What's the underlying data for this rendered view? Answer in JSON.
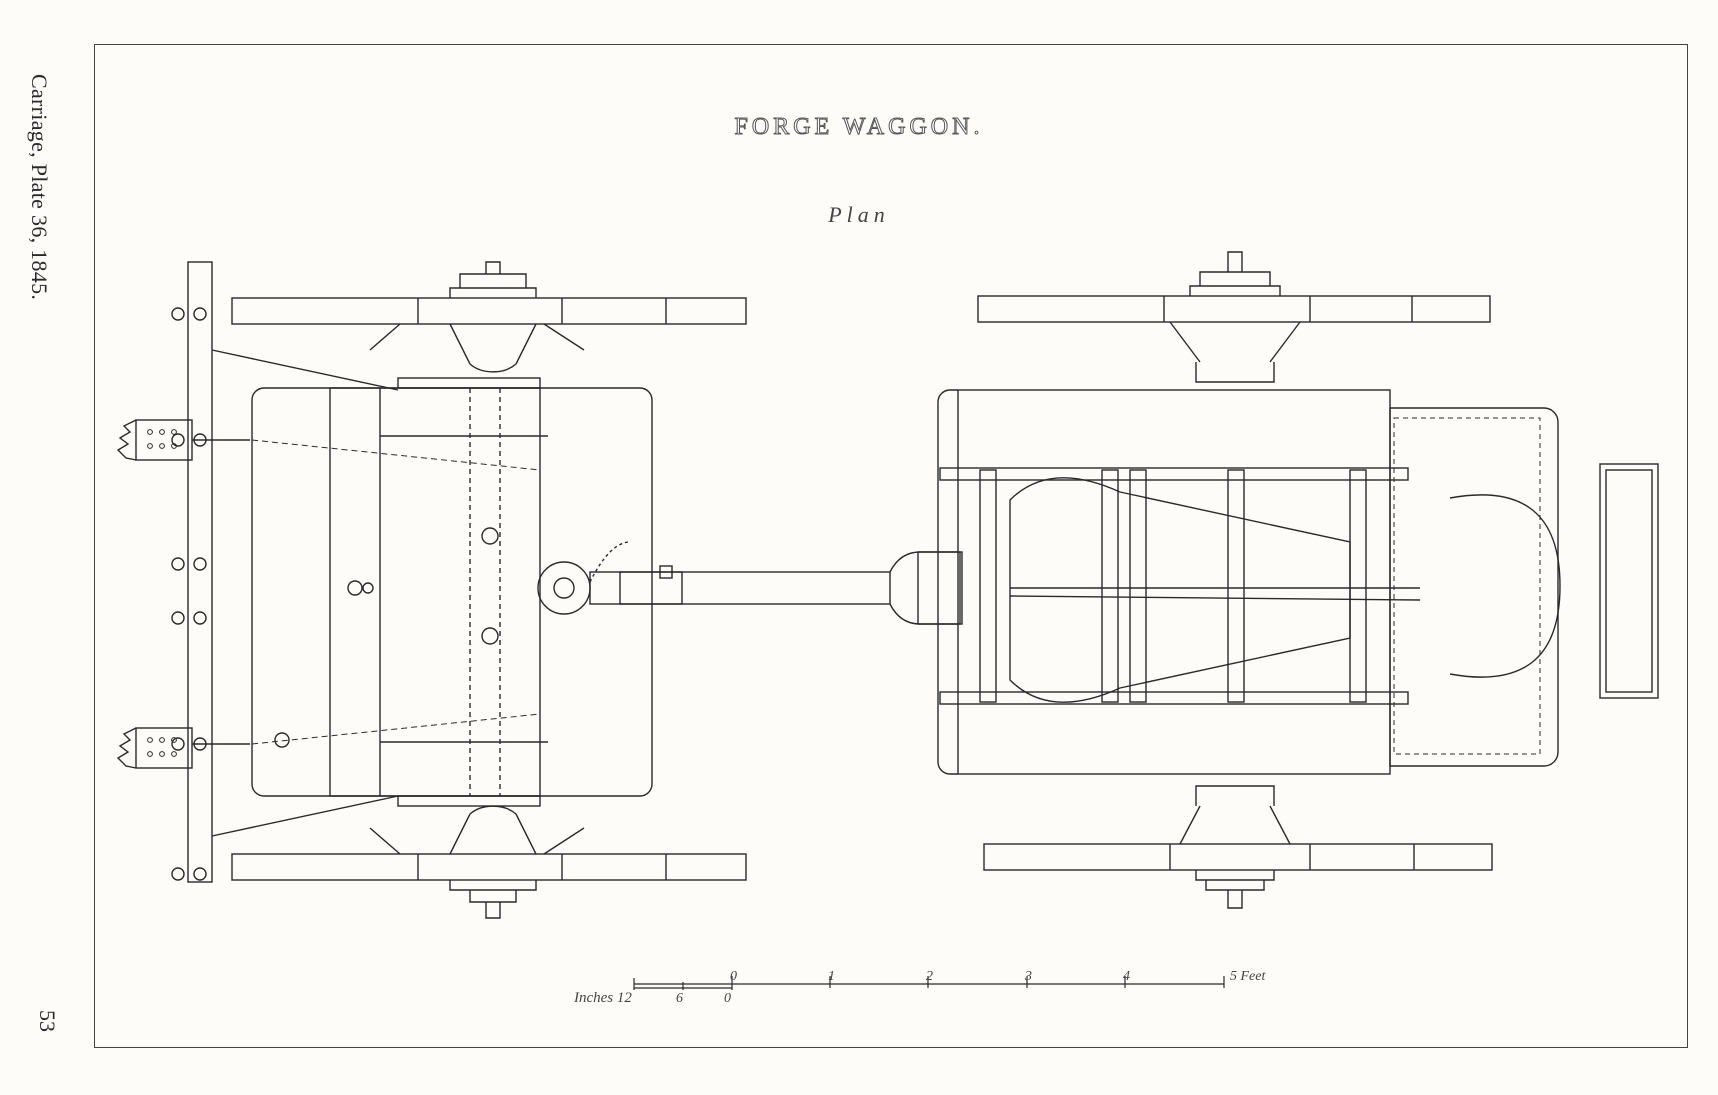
{
  "side_caption": "Carriage, Plate 36, 1845.",
  "page_number": "53",
  "plate": {
    "title": "FORGE WAGGON.",
    "subtitle": "Plan"
  },
  "scale": {
    "inches_label": "Inches 12",
    "inches_mid": "6",
    "inches_zero": "0",
    "feet_zero": "0",
    "feet_ticks": [
      "1",
      "2",
      "3",
      "4"
    ],
    "feet_end_label": "5 Feet"
  },
  "colors": {
    "paper": "#fdfcf8",
    "ink": "#2a2a2a"
  }
}
